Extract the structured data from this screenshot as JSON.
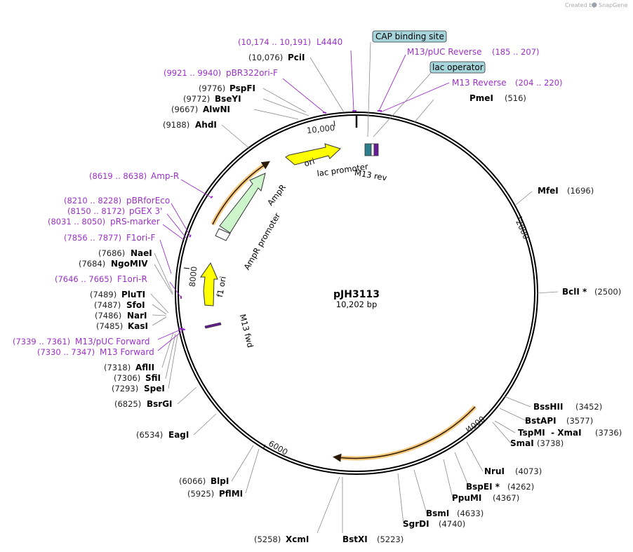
{
  "plasmid": {
    "name": "pJH3113",
    "size_label": "10,202 bp",
    "total_bp": 10202
  },
  "watermark": {
    "created_by": "Created by",
    "brand": "SnapGene"
  },
  "tick_labels": [
    {
      "text": "10,000",
      "bp": 10000
    },
    {
      "text": "2000",
      "bp": 2000
    },
    {
      "text": "4000",
      "bp": 4000
    },
    {
      "text": "6000",
      "bp": 6000
    },
    {
      "text": "8000",
      "bp": 8000
    }
  ],
  "enzymes": [
    {
      "name": "PciI",
      "pos": "(10,076)",
      "bp": 10076
    },
    {
      "name": "PspFI",
      "pos": "(9776)",
      "bp": 9776
    },
    {
      "name": "BseYI",
      "pos": "(9772)",
      "bp": 9772
    },
    {
      "name": "AlwNI",
      "pos": "(9667)",
      "bp": 9667
    },
    {
      "name": "AhdI",
      "pos": "(9188)",
      "bp": 9188
    },
    {
      "name": "PmeI",
      "pos": "(516)",
      "bp": 516
    },
    {
      "name": "MfeI",
      "pos": "(1696)",
      "bp": 1696
    },
    {
      "name": "BclI *",
      "pos": "(2500)",
      "bp": 2500
    },
    {
      "name": "BssHII",
      "pos": "(3452)",
      "bp": 3452
    },
    {
      "name": "BstAPI",
      "pos": "(3577)",
      "bp": 3577
    },
    {
      "name": "TspMI  - XmaI",
      "pos": "(3736)",
      "bp": 3736
    },
    {
      "name": "SmaI",
      "pos": "(3738)",
      "bp": 3738
    },
    {
      "name": "NruI",
      "pos": "(4073)",
      "bp": 4073
    },
    {
      "name": "BspEI *",
      "pos": "(4262)",
      "bp": 4262
    },
    {
      "name": "PpuMI",
      "pos": "(4367)",
      "bp": 4367
    },
    {
      "name": "BsmI",
      "pos": "(4633)",
      "bp": 4633
    },
    {
      "name": "SgrDI",
      "pos": "(4740)",
      "bp": 4740
    },
    {
      "name": "BstXI",
      "pos": "(5223)",
      "bp": 5223
    },
    {
      "name": "XcmI",
      "pos": "(5258)",
      "bp": 5258
    },
    {
      "name": "PflMI",
      "pos": "(5925)",
      "bp": 5925
    },
    {
      "name": "BlpI",
      "pos": "(6066)",
      "bp": 6066
    },
    {
      "name": "EagI",
      "pos": "(6534)",
      "bp": 6534
    },
    {
      "name": "BsrGI",
      "pos": "(6825)",
      "bp": 6825
    },
    {
      "name": "SpeI",
      "pos": "(7293)",
      "bp": 7293
    },
    {
      "name": "SfiI",
      "pos": "(7306)",
      "bp": 7306
    },
    {
      "name": "AflII",
      "pos": "(7318)",
      "bp": 7318
    },
    {
      "name": "KasI",
      "pos": "(7485)",
      "bp": 7485
    },
    {
      "name": "NarI",
      "pos": "(7486)",
      "bp": 7486
    },
    {
      "name": "SfoI",
      "pos": "(7487)",
      "bp": 7487
    },
    {
      "name": "PluTI",
      "pos": "(7489)",
      "bp": 7489
    },
    {
      "name": "NgoMIV",
      "pos": "(7684)",
      "bp": 7684
    },
    {
      "name": "NaeI",
      "pos": "(7686)",
      "bp": 7686
    }
  ],
  "primers": [
    {
      "name": "L4440",
      "range": "(10,174 .. 10,191)",
      "start": 10174,
      "end": 10191
    },
    {
      "name": "M13/pUC Reverse",
      "range": "(185 .. 207)",
      "start": 185,
      "end": 207
    },
    {
      "name": "M13 Reverse",
      "range": "(204 .. 220)",
      "start": 204,
      "end": 220
    },
    {
      "name": "pBR322ori-F",
      "range": "(9921 .. 9940)",
      "start": 9921,
      "end": 9940
    },
    {
      "name": "Amp-R",
      "range": "(8619 .. 8638)",
      "start": 8619,
      "end": 8638
    },
    {
      "name": "pBRforEco",
      "range": "(8210 .. 8228)",
      "start": 8210,
      "end": 8228
    },
    {
      "name": "pGEX 3'",
      "range": "(8150 .. 8172)",
      "start": 8150,
      "end": 8172
    },
    {
      "name": "pRS-marker",
      "range": "(8031 .. 8050)",
      "start": 8031,
      "end": 8050
    },
    {
      "name": "F1ori-F",
      "range": "(7856 .. 7877)",
      "start": 7856,
      "end": 7877
    },
    {
      "name": "F1ori-R",
      "range": "(7646 .. 7665)",
      "start": 7646,
      "end": 7665
    },
    {
      "name": "M13/pUC Forward",
      "range": "(7339 .. 7361)",
      "start": 7339,
      "end": 7361
    },
    {
      "name": "M13 Forward",
      "range": "(7330 .. 7347)",
      "start": 7330,
      "end": 7347
    }
  ],
  "boxed_features": [
    {
      "name": "CAP binding site"
    },
    {
      "name": "lac operator"
    }
  ],
  "features": [
    {
      "name": "ori"
    },
    {
      "name": "lac promoter"
    },
    {
      "name": "M13 rev"
    },
    {
      "name": "AmpR"
    },
    {
      "name": "AmpR promoter"
    },
    {
      "name": "f1 ori"
    },
    {
      "name": "M13 fwd"
    }
  ],
  "colors": {
    "primer": "#9b30c8",
    "ori": "#ffff00",
    "ampr": "#ccf5cc",
    "orf_glow": "#f5c77a",
    "box_fill": "#a6d5dc",
    "promoter": "#ffffff",
    "m13": "#6a1b9a",
    "lac": "#2e7d8c"
  }
}
